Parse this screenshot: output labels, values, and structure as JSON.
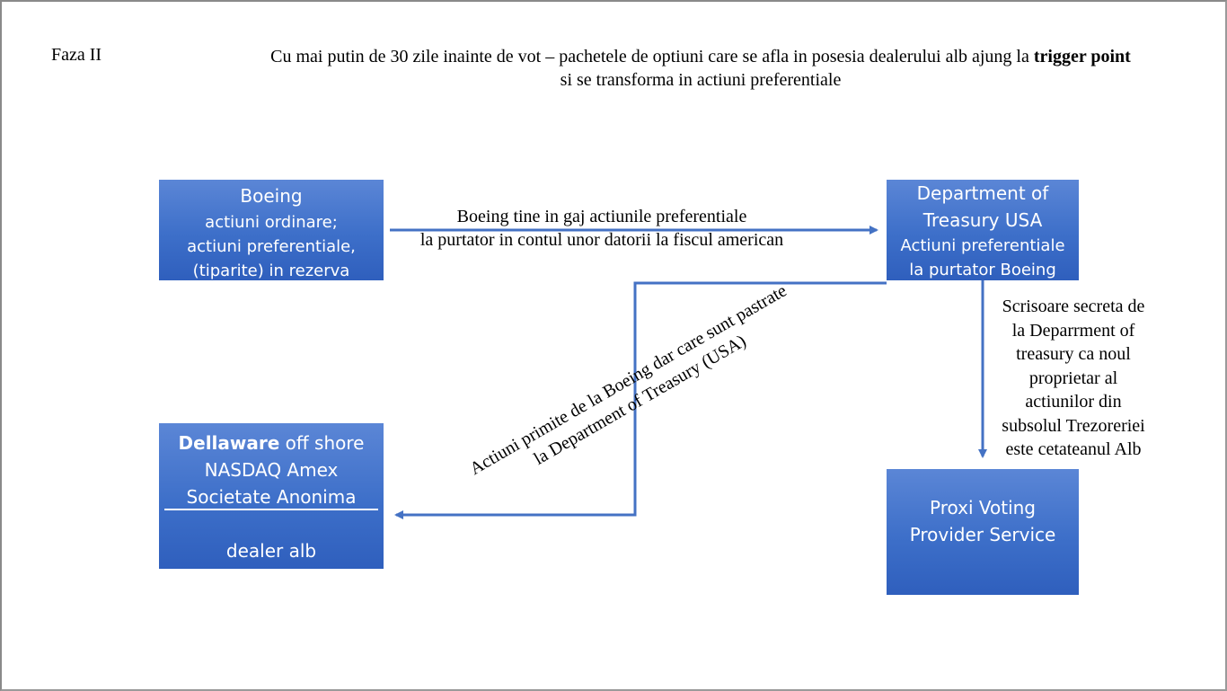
{
  "header": {
    "phase": "Faza II",
    "text_part1": "Cu  mai putin de 30 zile inainte de vot – pachetele de optiuni care se afla in posesia  dealerului alb ajung la ",
    "text_bold": "trigger point",
    "text_part2": "si se transforma in actiuni preferentiale"
  },
  "boxes": {
    "boeing": {
      "line1": "Boeing",
      "line2": "actiuni ordinare;",
      "line3": "actiuni preferentiale,",
      "line4": "(tiparite) in rezerva"
    },
    "treasury": {
      "line1": "Department of",
      "line2": "Treasury USA",
      "line3": "Actiuni preferentiale",
      "line4": "la purtator Boeing"
    },
    "dellaware": {
      "line1_bold": "Dellaware",
      "line1_rest": " off shore",
      "line2": "NASDAQ Amex",
      "line3": "Societate Anonima",
      "line4": "dealer alb"
    },
    "proxi": {
      "line1": "Proxi Voting",
      "line2": "Provider Service"
    }
  },
  "arrows": {
    "boeing_to_treasury": {
      "line1": "Boeing tine in gaj actiunile preferentiale",
      "line2": "la purtator in contul unor datorii la fiscul american"
    },
    "treasury_to_dellaware": {
      "line1": "Actiuni primite de la Boeing dar care sunt pastrate",
      "line2": "la Department of Treasury (USA)"
    },
    "treasury_to_proxi": {
      "lines": [
        "Scrisoare secreta de",
        "la Deparrment of",
        "treasury ca noul",
        "proprietar al",
        "actiunilor din",
        "subsolul Trezoreriei",
        "este cetateanul Alb"
      ]
    }
  },
  "colors": {
    "box_fill": "#4472c4",
    "arrow": "#4472c4"
  }
}
